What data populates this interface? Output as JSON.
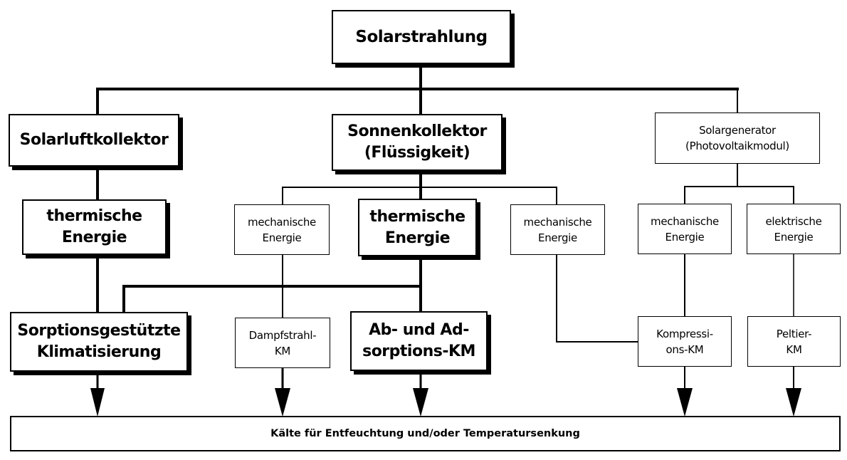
{
  "diagram": {
    "nodes": {
      "solarstrahlung": "Solarstrahlung",
      "solarluftkollektor": "Solarluftkollektor",
      "sonnenkollektor": "Sonnenkollektor\n(Flüssigkeit)",
      "solargenerator": "Solargenerator\n(Photovoltaikmodul)",
      "thermische_energie_luft": "thermische\nEnergie",
      "mechanische_energie_1": "mechanische\nEnergie",
      "thermische_energie_fluessig": "thermische\nEnergie",
      "mechanische_energie_2": "mechanische\nEnergie",
      "mechanische_energie_3": "mechanische\nEnergie",
      "elektrische_energie": "elektrische\nEnergie",
      "sorptionsgestuetzte_klimatisierung": "Sorptionsgestützte\nKlimatisierung",
      "dampfstrahl_km": "Dampfstrahl-\nKM",
      "ab_adsorptions_km": "Ab- und Ad-\nsorptions-KM",
      "kompressions_km": "Kompressi-\nons-KM",
      "peltier_km": "Peltier-\nKM",
      "kaelte": "Kälte für Entfeuchtung und/oder Temperatursenkung"
    },
    "edges": [
      [
        "solarstrahlung",
        "solarluftkollektor"
      ],
      [
        "solarstrahlung",
        "sonnenkollektor"
      ],
      [
        "solarstrahlung",
        "solargenerator"
      ],
      [
        "solarluftkollektor",
        "thermische_energie_luft"
      ],
      [
        "sonnenkollektor",
        "mechanische_energie_1"
      ],
      [
        "sonnenkollektor",
        "thermische_energie_fluessig"
      ],
      [
        "sonnenkollektor",
        "mechanische_energie_2"
      ],
      [
        "solargenerator",
        "mechanische_energie_3"
      ],
      [
        "solargenerator",
        "elektrische_energie"
      ],
      [
        "thermische_energie_luft",
        "sorptionsgestuetzte_klimatisierung"
      ],
      [
        "thermische_energie_fluessig",
        "sorptionsgestuetzte_klimatisierung"
      ],
      [
        "thermische_energie_fluessig",
        "ab_adsorptions_km"
      ],
      [
        "mechanische_energie_1",
        "dampfstrahl_km"
      ],
      [
        "mechanische_energie_2",
        "kompressions_km"
      ],
      [
        "mechanische_energie_3",
        "kompressions_km"
      ],
      [
        "elektrische_energie",
        "peltier_km"
      ],
      [
        "sorptionsgestuetzte_klimatisierung",
        "kaelte"
      ],
      [
        "dampfstrahl_km",
        "kaelte"
      ],
      [
        "ab_adsorptions_km",
        "kaelte"
      ],
      [
        "kompressions_km",
        "kaelte"
      ],
      [
        "peltier_km",
        "kaelte"
      ]
    ]
  }
}
